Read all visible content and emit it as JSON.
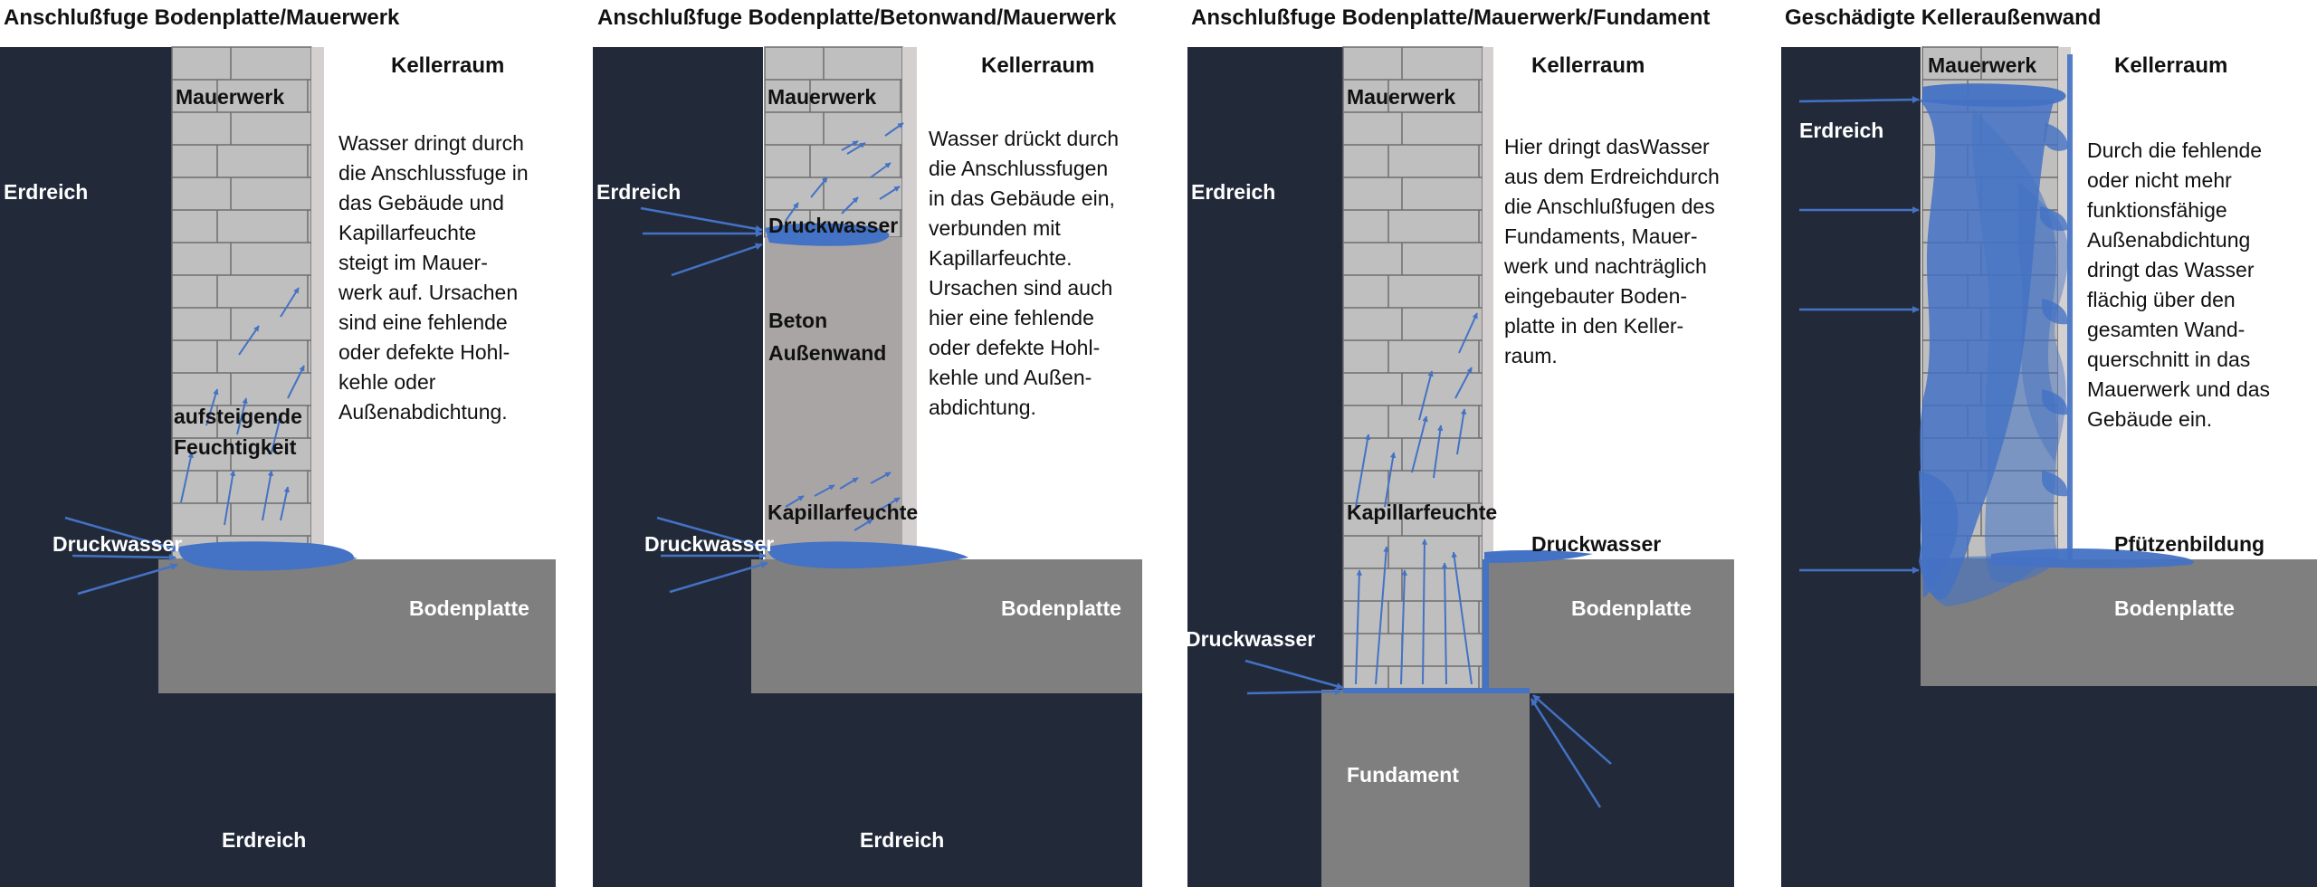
{
  "colors": {
    "soil": "#222a3a",
    "slab": "#7f7f7f",
    "brick_fill": "#bfbfbf",
    "brick_line": "#6e6e6e",
    "plaster": "#d4d0d0",
    "concrete": "#aaa5a5",
    "water": "#4472c4"
  },
  "panels": [
    {
      "title": "Anschlußfuge Bodenplatte/Mauerwerk",
      "labels": {
        "soil_left": "Erdreich",
        "soil_bottom": "Erdreich",
        "masonry": "Mauerwerk",
        "room": "Kellerraum",
        "slab": "Bodenplatte",
        "pressure_water": "Druckwasser",
        "rising_1": "aufsteigende",
        "rising_2": "Feuchtigkeit"
      },
      "description": [
        "Wasser dringt durch",
        "die Anschlussfuge in",
        "das Gebäude und",
        "Kapillarfeuchte",
        "steigt im Mauer-",
        "werk auf. Ursachen",
        "sind eine fehlende",
        "oder defekte Hohl-",
        "kehle oder",
        "Außenabdichtung."
      ]
    },
    {
      "title": "Anschlußfuge Bodenplatte/Betonwand/Mauerwerk",
      "labels": {
        "soil_left": "Erdreich",
        "soil_bottom": "Erdreich",
        "masonry": "Mauerwerk",
        "room": "Kellerraum",
        "slab": "Bodenplatte",
        "pressure_water_top": "Druckwasser",
        "pressure_water": "Druckwasser",
        "concrete_1": "Beton",
        "concrete_2": "Außenwand",
        "capillary": "Kapillarfeuchte"
      },
      "description": [
        "Wasser drückt durch",
        "die Anschlussfugen",
        "in das Gebäude ein,",
        "verbunden mit",
        "Kapillarfeuchte.",
        "Ursachen sind auch",
        "hier eine fehlende",
        "oder defekte Hohl-",
        "kehle und Außen-",
        "abdichtung."
      ]
    },
    {
      "title": "Anschlußfuge Bodenplatte/Mauerwerk/Fundament",
      "labels": {
        "soil_left": "Erdreich",
        "masonry": "Mauerwerk",
        "room": "Kellerraum",
        "slab": "Bodenplatte",
        "pressure_water_slab": "Druckwasser",
        "pressure_water": "Druckwasser",
        "capillary": "Kapillarfeuchte",
        "foundation": "Fundament"
      },
      "description": [
        "Hier dringt dasWasser",
        "aus dem Erdreichdurch",
        "die Anschlußfugen des",
        "Fundaments, Mauer-",
        "werk und nachträglich",
        "eingebauter Boden-",
        "platte in den Keller-",
        "raum."
      ]
    },
    {
      "title": "Geschädigte Kelleraußenwand",
      "labels": {
        "soil_left": "Erdreich",
        "masonry": "Mauerwerk",
        "room": "Kellerraum",
        "slab": "Bodenplatte",
        "puddle": "Pfützenbildung"
      },
      "description": [
        "Durch die fehlende",
        "oder nicht mehr",
        "funktionsfähige",
        "Außenabdichtung",
        "dringt das Wasser",
        "flächig über den",
        "gesamten Wand-",
        "querschnitt in das",
        "Mauerwerk und das",
        "Gebäude ein."
      ]
    }
  ]
}
